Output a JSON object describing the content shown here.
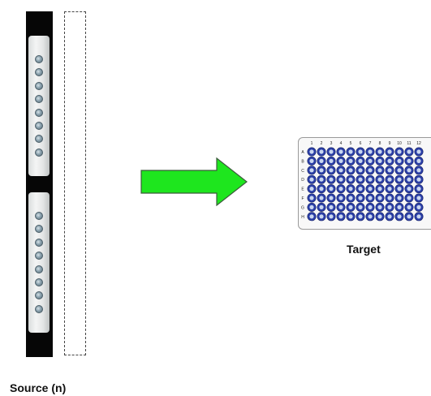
{
  "source": {
    "label": "Source (n)",
    "strips": [
      {
        "wells": 8
      },
      {
        "wells": 8
      }
    ]
  },
  "target": {
    "label": "Target",
    "columns": [
      "1",
      "2",
      "3",
      "4",
      "5",
      "6",
      "7",
      "8",
      "9",
      "10",
      "11",
      "12"
    ],
    "rows": [
      "A",
      "B",
      "C",
      "D",
      "E",
      "F",
      "G",
      "H"
    ]
  },
  "colors": {
    "arrow": "#1ee61e",
    "arrow_outline": "#3c5a3c",
    "plate_well": "#2b3fa8",
    "tube_well": "#7e95a3",
    "source_column": "#060606"
  }
}
